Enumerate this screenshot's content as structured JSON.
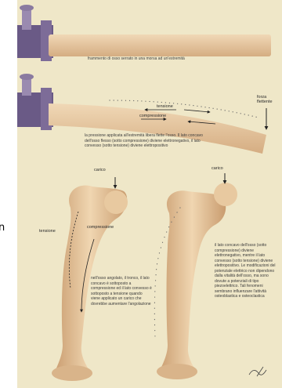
{
  "stray_text": "n",
  "panel1": {
    "caption": "frammento di osso serrato in una morsa ad un'estremità"
  },
  "panel2": {
    "force_label": "forza flettente",
    "tension_label": "tensione",
    "compression_label": "compressione",
    "caption": "la pressione applicata all'estremità libera flette l'osso. Il lato concavo dell'osso flesso (sotto compressione) diviene elettronegativo, il lato convesso (sotto tensione) diviene elettropositivo"
  },
  "femur_left": {
    "load_label": "carico",
    "tension_label": "tensione",
    "compression_label": "compressione",
    "caption": "nell'osso angolato, il tronco, il lato concavo è sottoposto a compressione ed il lato convesso è sottoposto a tensione quando viene applicato un carico che dovrebbe aumentare l'angolazione"
  },
  "femur_right": {
    "load_label": "carico",
    "caption": "il lato concavo dell'osso (sotto compressione) diviene elettronegativo, mentre il lato convesso (sotto tensione) diviene elettropositivo. Le modificazioni del potenziale elettrico non dipendono dalla vitalità dell'osso, ma sono dovute a potenziali di tipo piezoelettrico. Tali fenomeni sembrano influenzare l'attività osteoblastica e osteoclastica"
  },
  "colors": {
    "background": "#efe7c8",
    "bone": "#e7c9a3",
    "bone_shadow": "#c89f74",
    "clamp": "#6a5a86",
    "arrow": "#222222"
  }
}
